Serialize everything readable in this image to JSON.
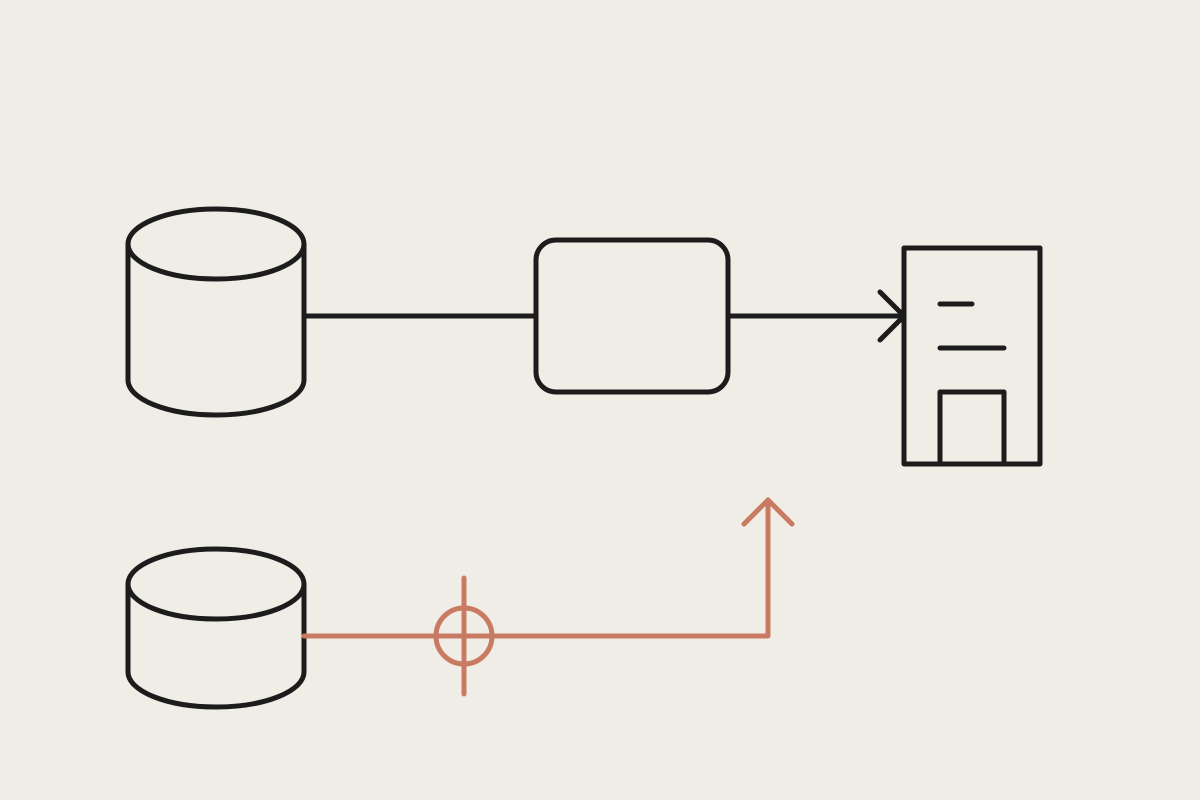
{
  "colors": {
    "background": "#f0ede6",
    "stroke": "#1c1c1c",
    "accent": "#c97a62"
  },
  "diagram": {
    "nodes": [
      {
        "id": "source-db",
        "shape": "cylinder"
      },
      {
        "id": "process",
        "shape": "rounded-rectangle"
      },
      {
        "id": "destination",
        "shape": "building"
      },
      {
        "id": "secondary-db",
        "shape": "cylinder"
      },
      {
        "id": "junction",
        "shape": "crosshair-circle"
      }
    ],
    "edges": [
      {
        "from": "source-db",
        "to": "process",
        "style": "line",
        "color": "stroke"
      },
      {
        "from": "process",
        "to": "destination",
        "style": "arrow",
        "color": "stroke"
      },
      {
        "from": "secondary-db",
        "to": "junction",
        "style": "line",
        "color": "accent"
      },
      {
        "from": "junction",
        "to": "process",
        "style": "arrow",
        "color": "accent"
      }
    ]
  }
}
